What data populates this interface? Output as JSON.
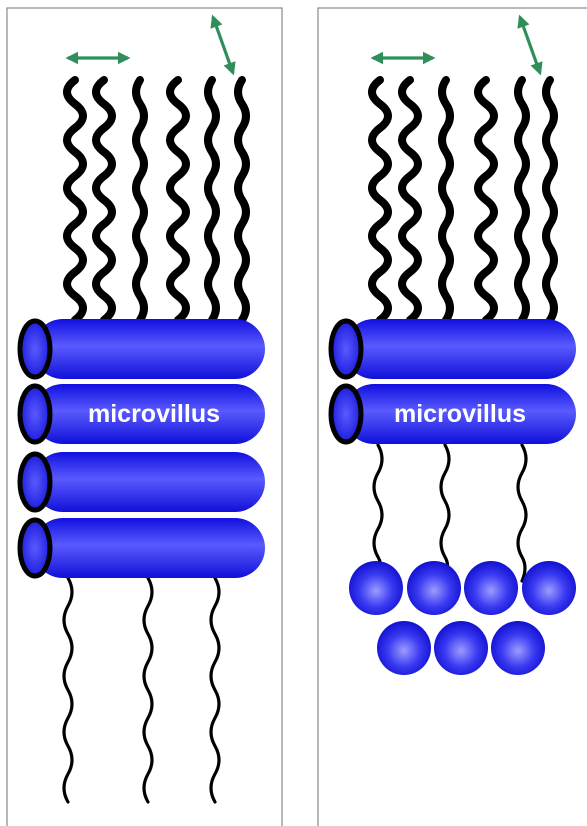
{
  "panels": [
    {
      "id": "left",
      "label": "microvillus",
      "label_on_cylinder": 2,
      "cylinders": 4,
      "upper_fibers": 6,
      "lower_tethers": 3,
      "spheres": []
    },
    {
      "id": "right",
      "label": "microvillus",
      "label_on_cylinder": 2,
      "cylinders": 2,
      "upper_fibers": 6,
      "lower_tethers": 3,
      "spheres": [
        4,
        3
      ]
    }
  ],
  "colors": {
    "cylinder": "#1414e6",
    "cylinder_highlight": "#7878ff",
    "fiber": "#000000",
    "arrow": "#2f8f5b",
    "frame": "#8a8a8a"
  },
  "icons": [
    "horizontal-double-arrow-icon",
    "diagonal-double-arrow-icon"
  ]
}
